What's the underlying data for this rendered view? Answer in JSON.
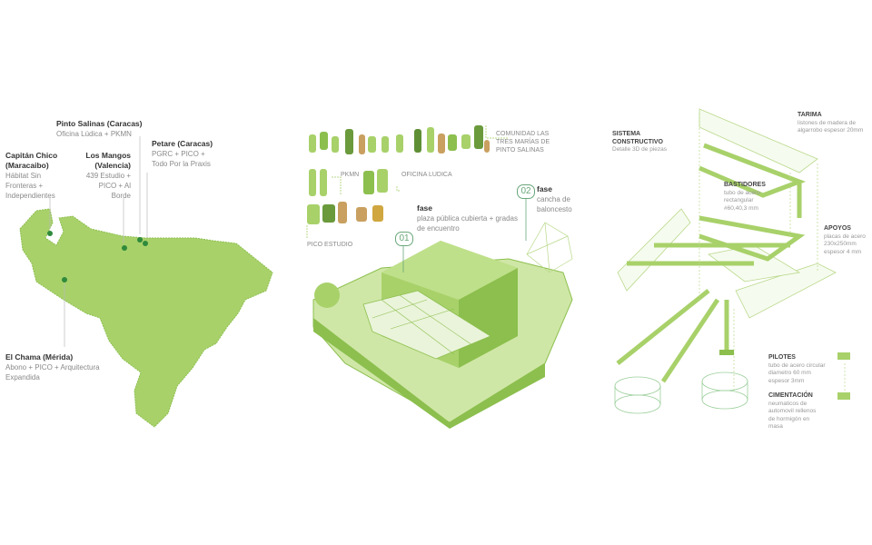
{
  "map_panel": {
    "locations": [
      {
        "name": "Pinto Salinas (Caracas)",
        "desc": "Oficina Lúdica + PKMN"
      },
      {
        "name": "Capitán Chico (Maracaibo)",
        "desc": "Hábitat Sin Fronteras + Independientes"
      },
      {
        "name": "Los Mangos (Valencia)",
        "desc": "439 Estudio + PICO + Al Borde"
      },
      {
        "name": "Petare (Caracas)",
        "desc": "PGRC + PICO + Todo Por la Praxis"
      },
      {
        "name": "El Chama (Mérida)",
        "desc": "Abono + PICO + Arquitectura Expandida"
      }
    ],
    "colors": {
      "land": "#a8d16a",
      "dot": "#2f8a3c"
    }
  },
  "site_panel": {
    "community_label": "COMUNIDAD LAS TRES MARÍAS DE PINTO SALINAS",
    "pkmn_label": "PKMN",
    "oficina_label": "OFICINA LUDICA",
    "pico_label": "PICO ESTUDIO",
    "phase1": {
      "number": "01",
      "title": "fase",
      "desc": "plaza pública cubierta + gradas de encuentro"
    },
    "phase2": {
      "number": "02",
      "title": "fase",
      "desc": "cancha de baloncesto"
    }
  },
  "structure_panel": {
    "system": {
      "title": "SISTEMA CONSTRUCTIVO",
      "desc": "Detalle 3D  de piezas"
    },
    "tarima": {
      "title": "TARIMA",
      "desc": "listones de madera de algarrobo espesor 20mm"
    },
    "bastidores": {
      "title": "BASTIDORES",
      "desc": "tubo de acero rectangular #60,40,3 mm"
    },
    "apoyos": {
      "title": "APOYOS",
      "desc": "placas de acero 230x250mm espesor 4 mm"
    },
    "pilotes": {
      "title": "PILOTES",
      "desc": "tubo de acero circular diametro 60 mm espesor 3mm"
    },
    "cimentacion": {
      "title": "CIMENTACIÓN",
      "desc": "neumaticos de automovil rellenos de hormigón en masa"
    }
  }
}
